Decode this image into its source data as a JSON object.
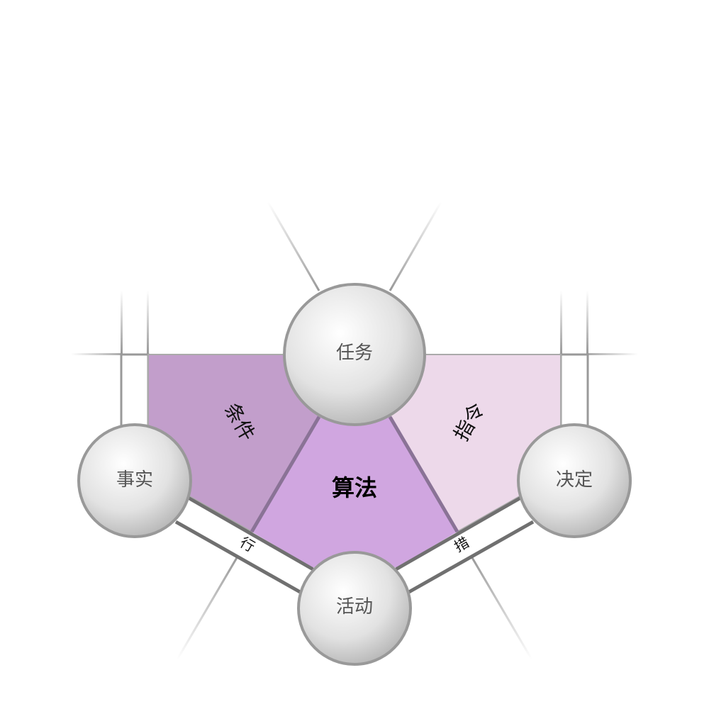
{
  "center": {
    "label": "算法",
    "color": "#d0a6e0"
  },
  "regions": [
    {
      "label": "条件",
      "color": "#c29ecb"
    },
    {
      "label": "指令",
      "color": "#edd9ea"
    }
  ],
  "nodes": [
    {
      "label": "任务"
    },
    {
      "label": "事实"
    },
    {
      "label": "决定"
    },
    {
      "label": "活动"
    }
  ],
  "bands": [
    {
      "label": "行"
    },
    {
      "label": "措"
    }
  ]
}
